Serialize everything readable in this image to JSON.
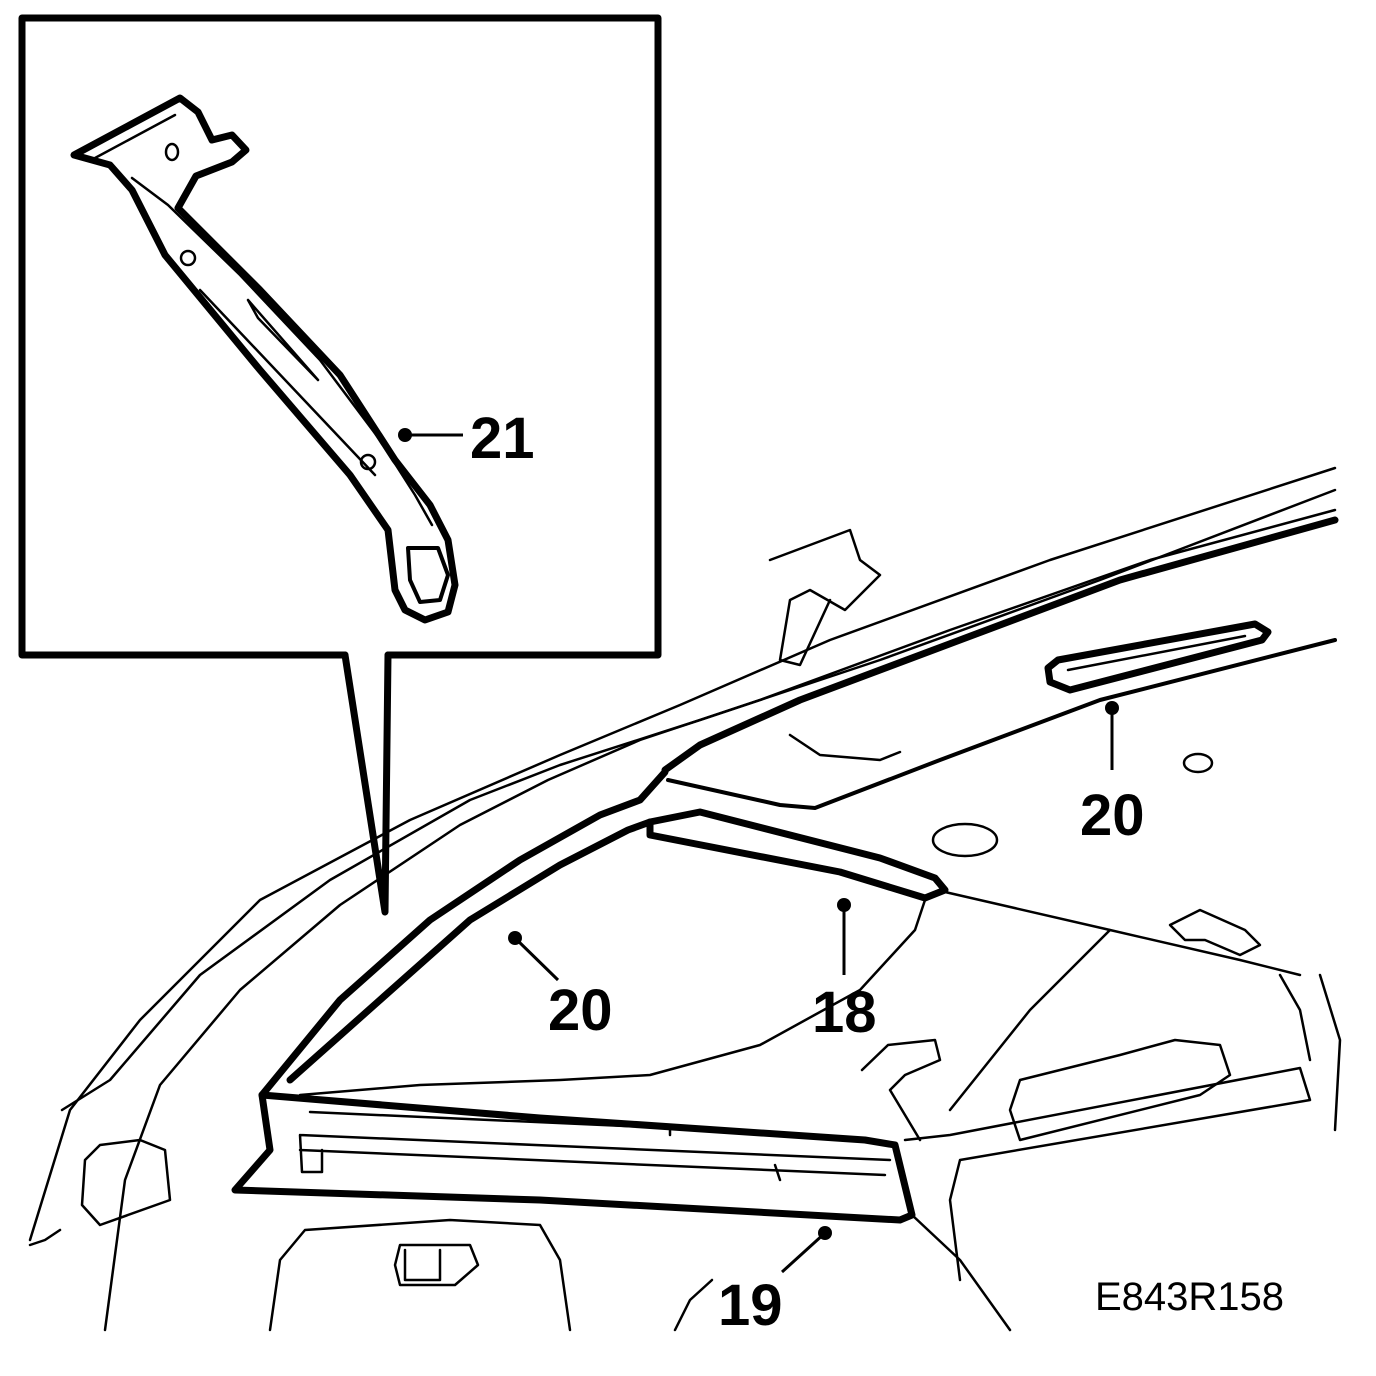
{
  "callouts": {
    "c21": "21",
    "c20_upper": "20",
    "c20_lower": "20",
    "c18": "18",
    "c19": "19"
  },
  "figure_code": "E843R158"
}
